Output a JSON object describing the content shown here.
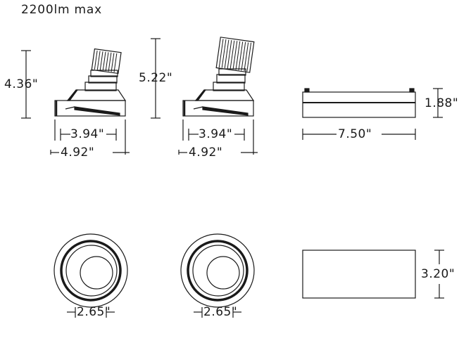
{
  "caption": "2200lm max",
  "dimensions": {
    "fixture1_height": "4.36\"",
    "fixture1_inner_width": "3.94\"",
    "fixture1_outer_width": "4.92\"",
    "fixture2_height": "5.22\"",
    "fixture2_inner_width": "3.94\"",
    "fixture2_outer_width": "4.92\"",
    "housing_height": "1.88\"",
    "housing_length": "7.50\"",
    "aperture1_width": "2.65\"",
    "aperture2_width": "2.65\"",
    "housing_plan_width": "3.20\""
  },
  "colors": {
    "line": "#1a1a1a",
    "background": "#ffffff"
  }
}
